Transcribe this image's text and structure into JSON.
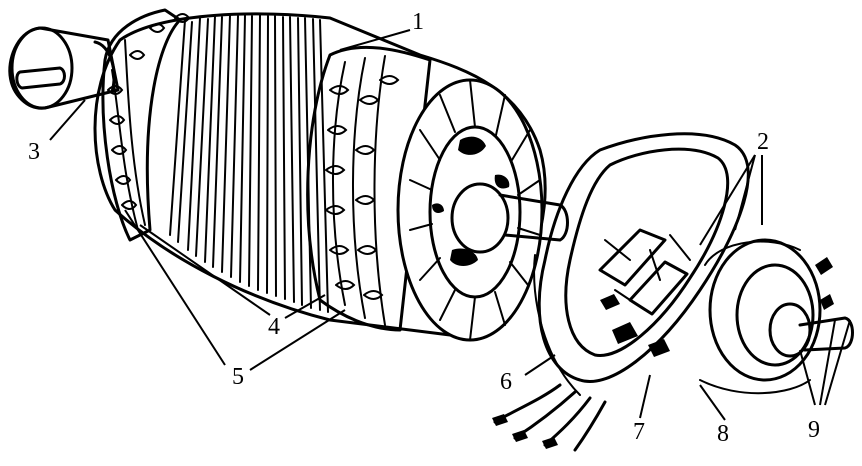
{
  "diagram": {
    "callouts": [
      {
        "id": "1",
        "text": "1"
      },
      {
        "id": "2",
        "text": "2"
      },
      {
        "id": "3",
        "text": "3"
      },
      {
        "id": "4",
        "text": "4"
      },
      {
        "id": "5",
        "text": "5"
      },
      {
        "id": "6",
        "text": "6"
      },
      {
        "id": "7",
        "text": "7"
      },
      {
        "id": "8",
        "text": "8"
      },
      {
        "id": "9",
        "text": "9"
      }
    ],
    "colors": {
      "ink": "#000000",
      "paper": "#ffffff"
    }
  }
}
